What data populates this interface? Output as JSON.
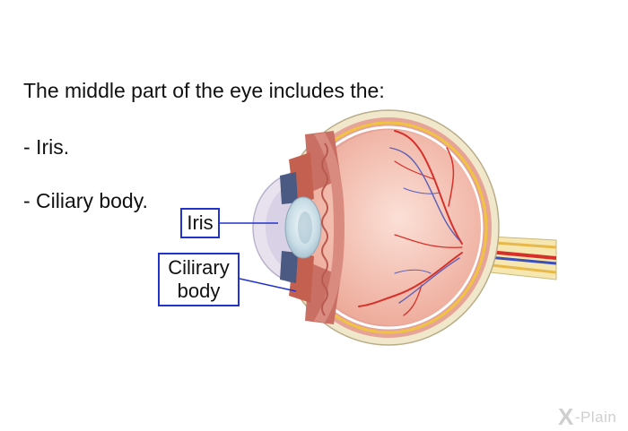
{
  "text": {
    "heading": "The middle part of the eye includes the:",
    "bullet_iris": "- Iris.",
    "bullet_ciliary": "- Ciliary body."
  },
  "labels": {
    "iris": "Iris",
    "ciliary_line1": "Cilirary",
    "ciliary_line2": "body"
  },
  "brand": {
    "mark": "X",
    "name": "-Plain"
  },
  "colors": {
    "label_border": "#2233cc",
    "sclera": "#f3ecd2",
    "choroid": "#e79a93",
    "retina": "#f2b9ae",
    "vitreous": "#f6cfc4",
    "artery": "#d7302a",
    "vein": "#3d4fb8",
    "nerve": "#f0c440"
  }
}
